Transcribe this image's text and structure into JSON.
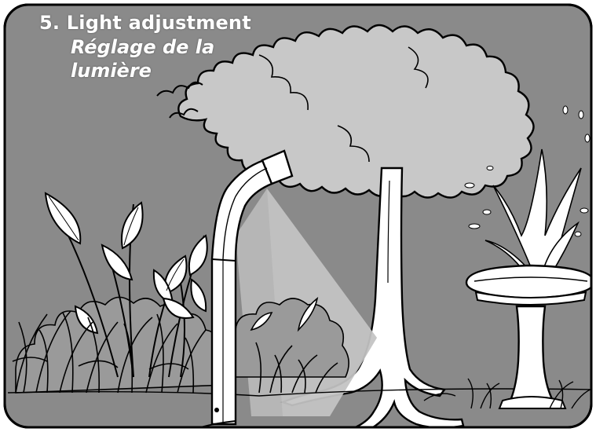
{
  "caption": {
    "title_en": "5. Light adjustment",
    "title_fr_line1": "Réglage de la",
    "title_fr_line2": "lumière"
  },
  "colors": {
    "background": "#8a8a8a",
    "light_beam": "#bcbcbc",
    "tree_canopy": "#c8c8c8",
    "outline": "#000000",
    "object_fill": "#ffffff"
  },
  "illustration": {
    "subject": "bollard-light",
    "elements": [
      "bollard-light",
      "tree",
      "foliage-plants",
      "bird-bath-fountain",
      "grass"
    ]
  }
}
